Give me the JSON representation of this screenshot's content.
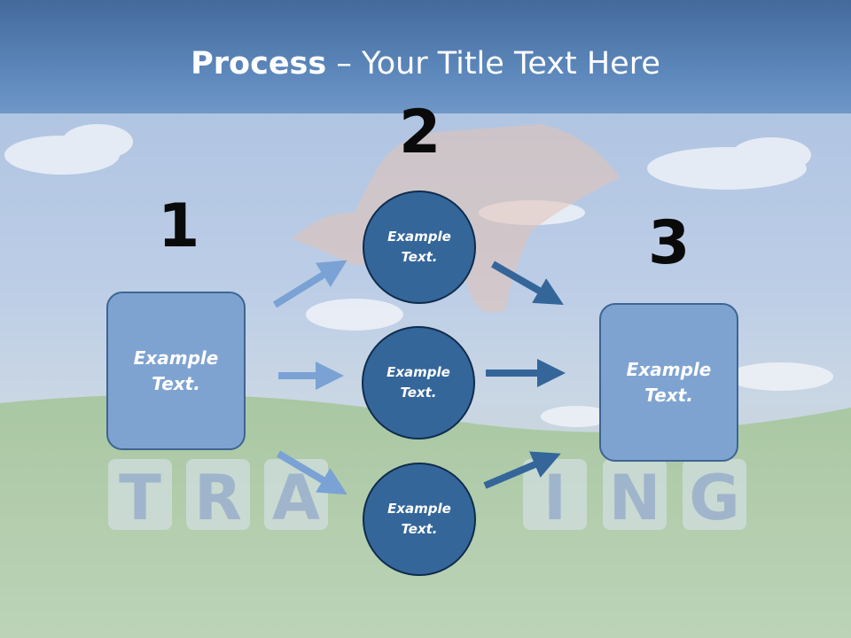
{
  "slide": {
    "title_bold": "Process",
    "title_rest": " – Your Title Text Here",
    "background_word": "TRAINING",
    "colors": {
      "header": "#5b86ba",
      "box_fill": "#7fa3d1",
      "circle_fill": "#34669a",
      "arrow_light": "#7aa2d4",
      "arrow_dark": "#34669a"
    }
  },
  "steps": {
    "one": {
      "number": "1",
      "text_line1": "Example",
      "text_line2": "Text."
    },
    "two": {
      "number": "2"
    },
    "three": {
      "number": "3",
      "text_line1": "Example",
      "text_line2": "Text."
    }
  },
  "circles": [
    {
      "text_line1": "Example",
      "text_line2": "Text."
    },
    {
      "text_line1": "Example",
      "text_line2": "Text."
    },
    {
      "text_line1": "Example",
      "text_line2": "Text."
    }
  ]
}
